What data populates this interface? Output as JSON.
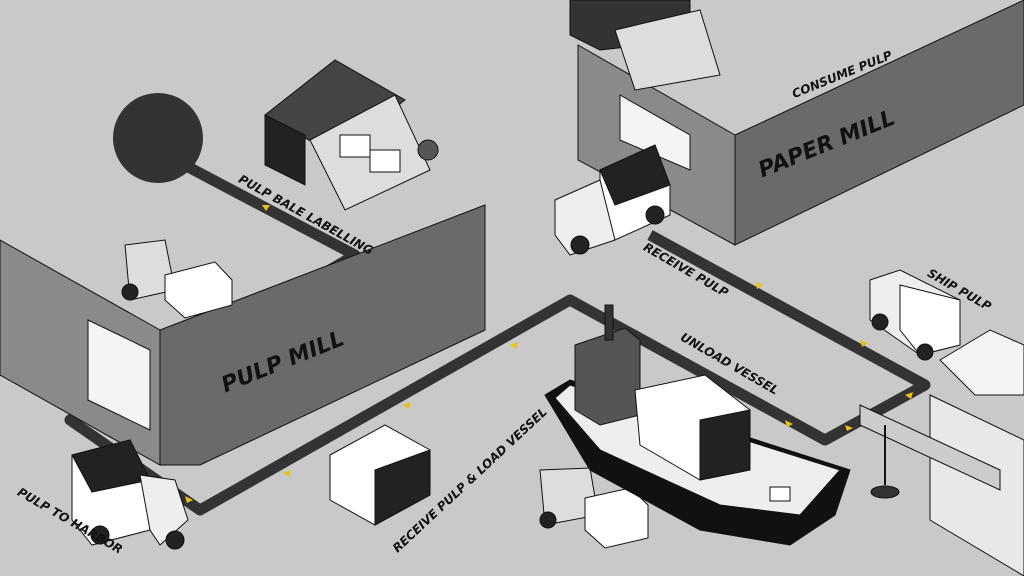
{
  "colors": {
    "background": "#c9c9c9",
    "path": "#333333",
    "arrow": "#e8c21a",
    "wall": "#6a6a6a",
    "dark": "#1a1a1a"
  },
  "labels": {
    "pulp_bale_labelling": "PULP BALE LABELLING",
    "pulp_mill": "PULP MILL",
    "pulp_to_harbor": "PULP TO HARBOR",
    "receive_pulp_load_vessel": "RECEIVE PULP & LOAD VESSEL",
    "unload_vessel": "UNLOAD VESSEL",
    "receive_pulp": "RECEIVE PULP",
    "paper_mill": "PAPER MILL",
    "consume_pulp": "CONSUME PULP",
    "ship_pulp": "SHIP PULP"
  }
}
